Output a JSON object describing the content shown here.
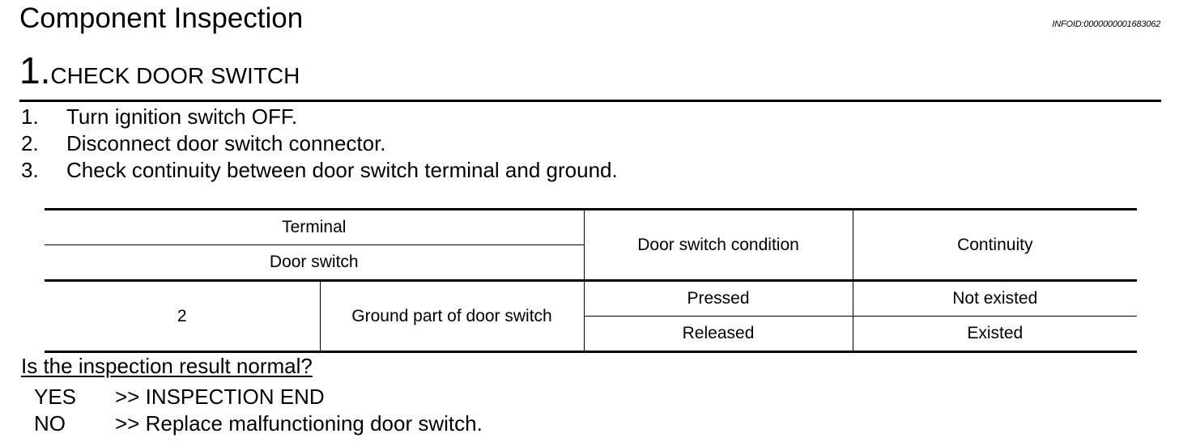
{
  "header": {
    "title": "Component Inspection",
    "info_id": "INFOID:0000000001683062"
  },
  "step": {
    "number": "1.",
    "title": "CHECK DOOR SWITCH"
  },
  "procedure": [
    {
      "num": "1.",
      "text": "Turn ignition switch OFF."
    },
    {
      "num": "2.",
      "text": "Disconnect door switch connector."
    },
    {
      "num": "3.",
      "text": "Check continuity between door switch terminal and ground."
    }
  ],
  "table": {
    "header_terminal": "Terminal",
    "header_door_switch": "Door switch",
    "header_condition": "Door switch condition",
    "header_continuity": "Continuity",
    "terminal": "2",
    "ground": "Ground part of door switch",
    "rows": [
      {
        "condition": "Pressed",
        "continuity": "Not existed"
      },
      {
        "condition": "Released",
        "continuity": "Existed"
      }
    ]
  },
  "result": {
    "question": "Is the inspection result normal?",
    "yes_label": "YES",
    "yes_action": ">> INSPECTION END",
    "no_label": "NO",
    "no_action": ">> Replace malfunctioning door switch."
  }
}
